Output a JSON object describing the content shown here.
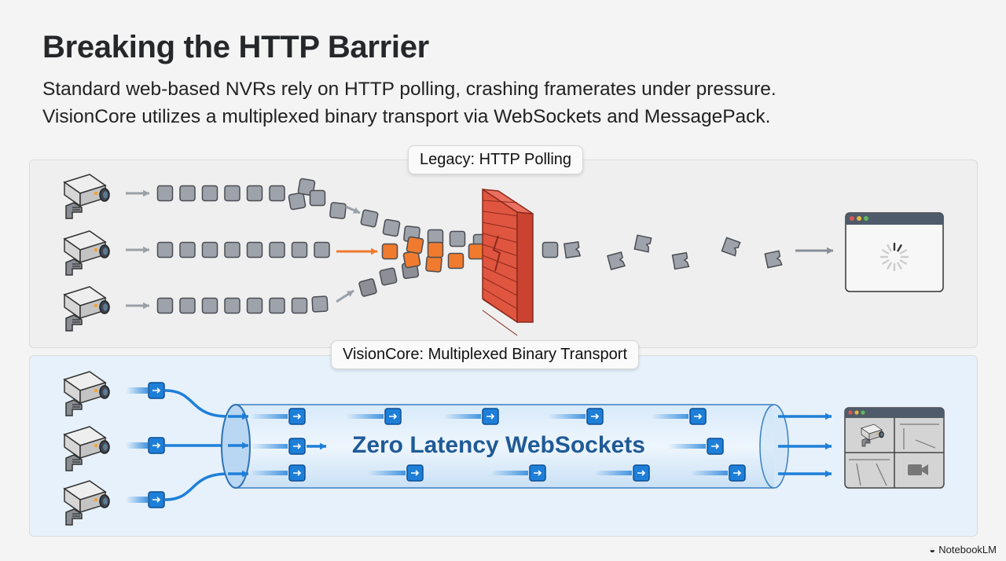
{
  "header": {
    "title": "Breaking the HTTP Barrier",
    "subtitle_line1": "Standard web-based NVRs rely on HTTP polling, crashing framerates under pressure.",
    "subtitle_line2": "VisionCore utilizes a multiplexed binary transport via WebSockets and MessagePack."
  },
  "legacy": {
    "label": "Legacy: HTTP Polling",
    "camera_count": 3,
    "icons": [
      "security-camera-icon",
      "packet-icon",
      "firewall-brick-wall-icon",
      "broken-packet-icon",
      "browser-window-icon",
      "loading-spinner-icon"
    ],
    "colors": {
      "packet": "#9ea3ab",
      "congested_packet": "#f07a2e",
      "wall": "#e0553f"
    }
  },
  "visioncore": {
    "label": "VisionCore: Multiplexed Binary Transport",
    "tube_label": "Zero Latency WebSockets",
    "camera_count": 3,
    "icons": [
      "security-camera-icon",
      "binary-packet-icon",
      "websocket-tube-icon",
      "video-grid-window-icon",
      "video-camera-icon"
    ],
    "colors": {
      "packet": "#1e7fd8",
      "tube": "#cfe4f7",
      "label": "#1f5a96"
    }
  },
  "footer": {
    "brand": "NotebookLM"
  }
}
